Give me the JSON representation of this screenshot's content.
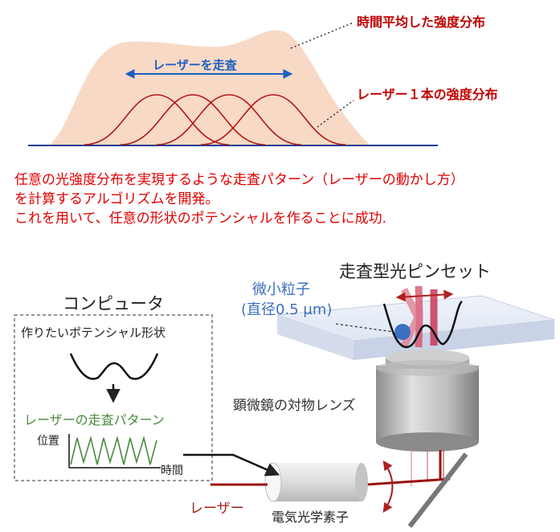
{
  "top": {
    "time_avg_label": "時間平均した強度分布",
    "scan_label": "レーザーを走査",
    "single_label": "レーザー１本の強度分布"
  },
  "description": {
    "line1": "任意の光強度分布を実現するような走査パターン（レーザーの動かし方）",
    "line2": "を計算するアルゴリズムを開発。",
    "line3": "これを用いて、任意の形状のポテンシャルを作ることに成功."
  },
  "bottom": {
    "tweezer_title": "走査型光ピンセット",
    "particle_label_1": "微小粒子",
    "particle_label_2": "(直径0.5 μm)",
    "computer_title": "コンピュータ",
    "potential_label": "作りたいポテンシャル形状",
    "pattern_label": "レーザーの走査パターン",
    "position_label": "位置",
    "time_label": "時間",
    "objective_label": "顕微鏡の対物レンズ",
    "laser_label": "レーザー",
    "eom_label": "電気光学素子"
  },
  "colors": {
    "accent_red": "#c00000",
    "scan_blue": "#1f5fbf",
    "pattern_green": "#4a8a3c",
    "envelope_fill": "#f8d9c6",
    "particle_blue": "#3b6fc0"
  }
}
